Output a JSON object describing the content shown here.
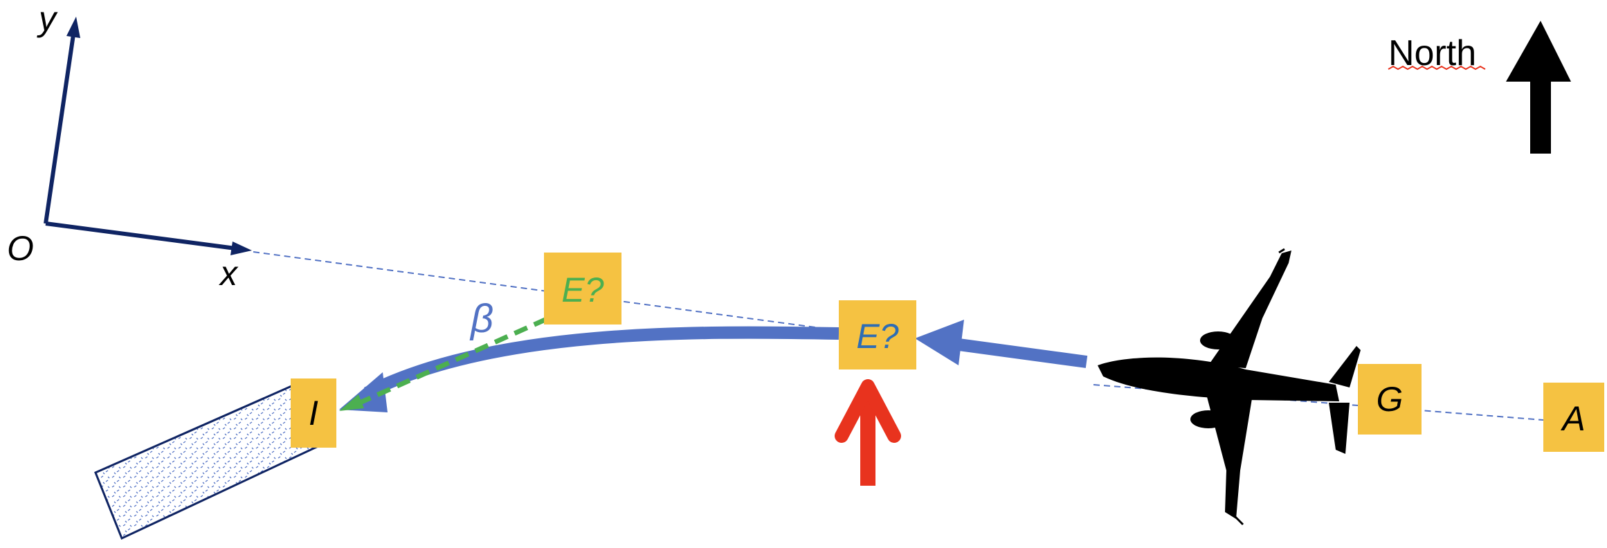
{
  "axes": {
    "origin_label": "O",
    "x_label": "x",
    "y_label": "y"
  },
  "compass": {
    "label": "North"
  },
  "points": {
    "start": "A",
    "mid": "G",
    "impact": "I"
  },
  "estimates": {
    "on_track": "E?",
    "off_track": "E?"
  },
  "angle": {
    "label": "β"
  },
  "colors": {
    "navy": "#0f2463",
    "track_blue": "#5272c4",
    "label_box": "#f5c242",
    "estimate_green": "#4caf50",
    "wind_red": "#e8331e",
    "north_black": "#000000"
  }
}
